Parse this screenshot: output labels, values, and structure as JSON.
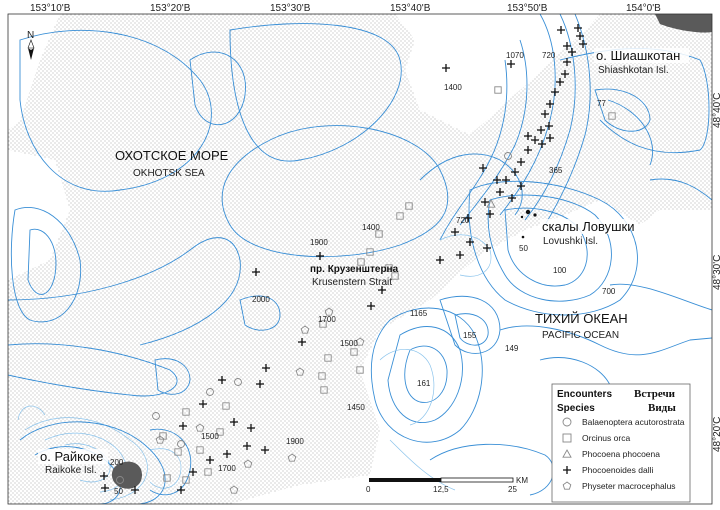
{
  "longitude_labels": [
    "153°10'В",
    "153°20'В",
    "153°30'В",
    "153°40'В",
    "153°50'В",
    "154°0'В"
  ],
  "latitude_labels": [
    "48°40'С",
    "48°30'С",
    "48°20'С"
  ],
  "north_label": "N",
  "seas": {
    "okhotsk_ru": "ОХОТСКОЕ МОРЕ",
    "okhotsk_en": "OKHOTSK SEA",
    "pacific_ru": "ТИХИЙ ОКЕАН",
    "pacific_en": "PACIFIC OCEAN"
  },
  "places": {
    "shiashkotan_ru": "о. Шиашкотан",
    "shiashkotan_en": "Shiashkotan Isl.",
    "lovushki_ru": "скалы Ловушки",
    "lovushki_en": "Lovushki Isl.",
    "strait_ru": "пр. Крузенштерна",
    "strait_en": "Krusenstern Strait",
    "raikoke_ru": "о. Райкоке",
    "raikoke_en": "Raikoke Isl."
  },
  "depth_labels": [
    "1070",
    "720",
    "1400",
    "77",
    "365",
    "720",
    "50",
    "1400",
    "1900",
    "100",
    "2000",
    "700",
    "1165",
    "1700",
    "155",
    "1500",
    "149",
    "161",
    "1450",
    "1500",
    "1900",
    "1700",
    "200",
    "50"
  ],
  "scale": {
    "ticks": [
      "0",
      "12,5",
      "25"
    ],
    "unit": "KM"
  },
  "legend": {
    "title_en": "Encounters",
    "title_ru": "Встречи",
    "subtitle_en": "Species",
    "subtitle_ru": "Виды",
    "items": [
      {
        "symbol": "circle",
        "label": "Balaenoptera acutorostrata"
      },
      {
        "symbol": "square",
        "label": "Orcinus orca"
      },
      {
        "symbol": "triangle",
        "label": "Phocoena phocoena"
      },
      {
        "symbol": "cross",
        "label": "Phocoenoides dalli"
      },
      {
        "symbol": "pentagon",
        "label": "Physeter macrocephalus"
      }
    ]
  },
  "colors": {
    "contour": "#3a8fd6",
    "contour_light": "#8cc4ec",
    "land": "#5a5a5a",
    "stipple": "#9a9a9a"
  }
}
